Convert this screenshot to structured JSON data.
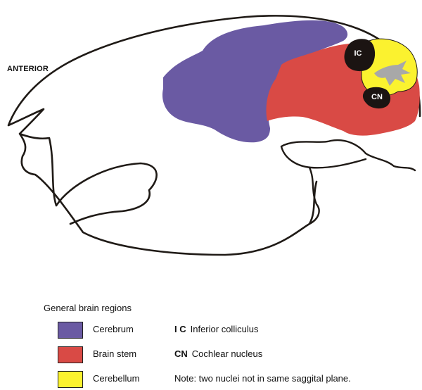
{
  "orientation_label": "ANTERIOR",
  "legend": {
    "title": "General brain regions",
    "regions": [
      {
        "label": "Cerebrum",
        "color": "#6a5aa3"
      },
      {
        "label": "Brain stem",
        "color": "#d94a45"
      },
      {
        "label": "Cerebellum",
        "color": "#fbf22f"
      }
    ]
  },
  "nuclei": [
    {
      "abbr": "I C",
      "short": "IC",
      "name": "Inferior colliculus"
    },
    {
      "abbr": "CN",
      "short": "CN",
      "name": "Cochlear nucleus"
    }
  ],
  "note": "Note: two nuclei not in same saggital plane."
}
